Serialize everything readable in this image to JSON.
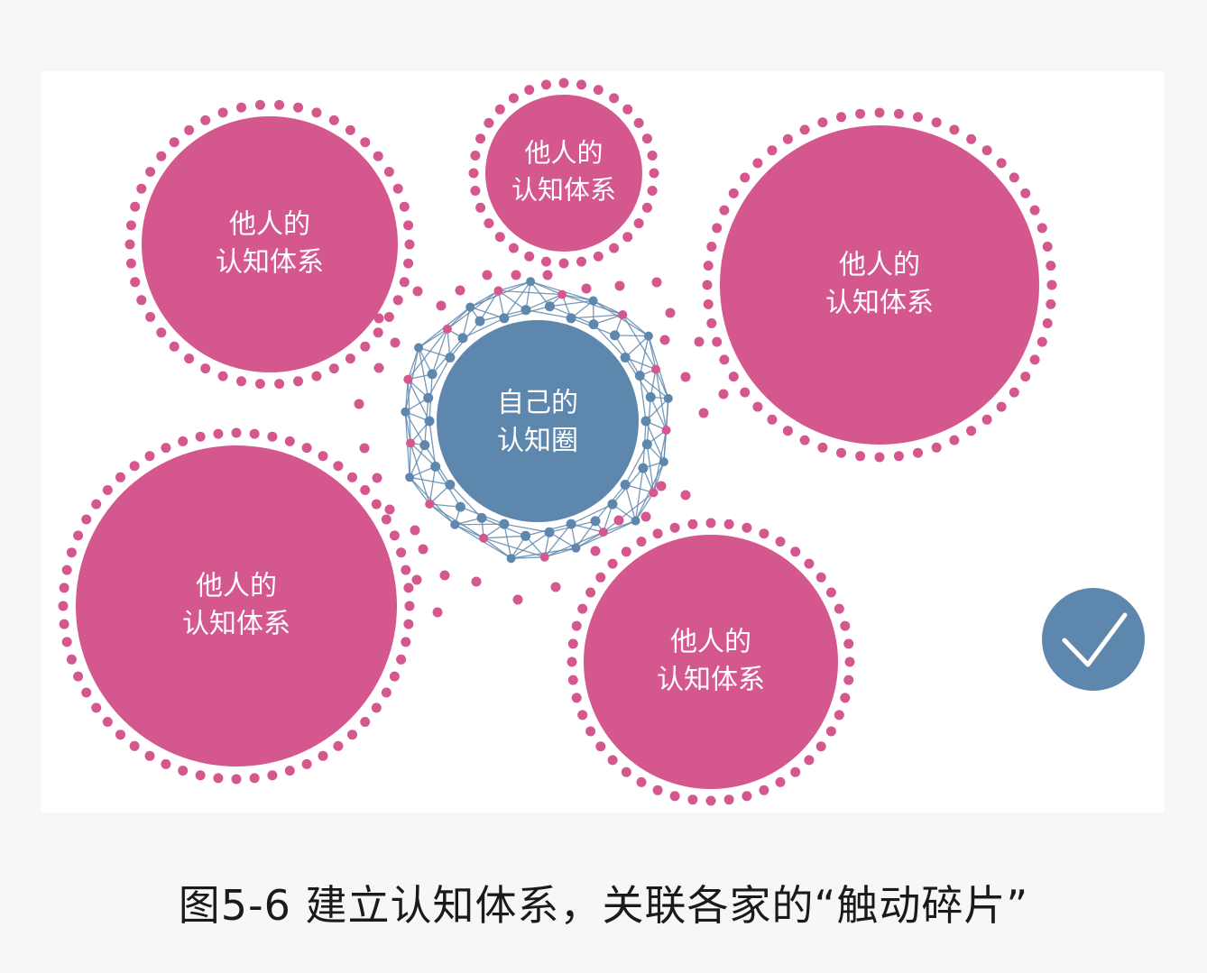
{
  "diagram": {
    "others_label_line1": "他人的",
    "others_label_line2": "认知体系",
    "self_label_line1": "自己的",
    "self_label_line2": "认知圈"
  },
  "caption": "图5-6 建立认知体系，关联各家的“触动碎片”",
  "colors": {
    "others_fill": "#d4578e",
    "others_dots": "#d4578e",
    "self_fill": "#5e87ad",
    "network_line": "#5e87ad",
    "check_fill": "#5e87ad",
    "background": "#ffffff"
  },
  "icons": {
    "confirm": "check-icon"
  }
}
